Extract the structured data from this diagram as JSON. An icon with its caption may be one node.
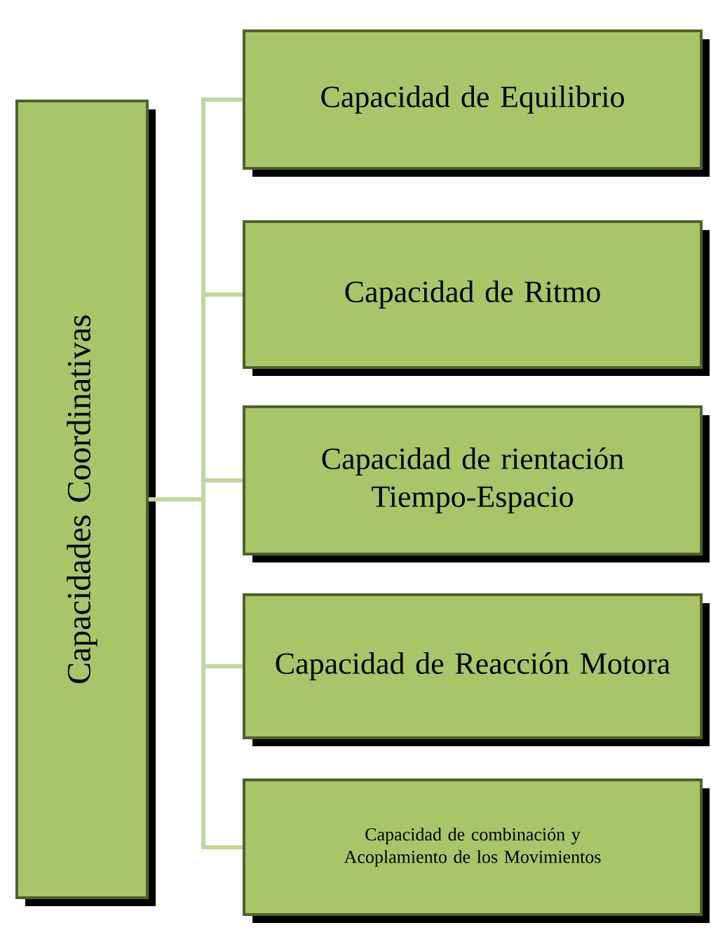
{
  "diagram": {
    "nodes": [
      {
        "text": [
          "Capacidades Coordinativas"
        ]
      },
      {
        "text": [
          "Capacidad de Equilibrio"
        ]
      },
      {
        "text": [
          "Capacidad de Ritmo"
        ]
      },
      {
        "text": [
          "Capacidad de rientación Tiempo-Espacio"
        ]
      },
      {
        "text": [
          "Capacidad de Reacción Motora"
        ]
      },
      {
        "text": [
          "Capacidad de combinación y Acoplamiento de los Movimientos"
        ]
      }
    ],
    "edges": [
      {
        "from": 0,
        "to": 1,
        "arrow": "none"
      },
      {
        "from": 0,
        "to": 2,
        "arrow": "none"
      },
      {
        "from": 0,
        "to": 3,
        "arrow": "none"
      },
      {
        "from": 0,
        "to": 4,
        "arrow": "none"
      },
      {
        "from": 0,
        "to": 5,
        "arrow": "none"
      }
    ]
  }
}
